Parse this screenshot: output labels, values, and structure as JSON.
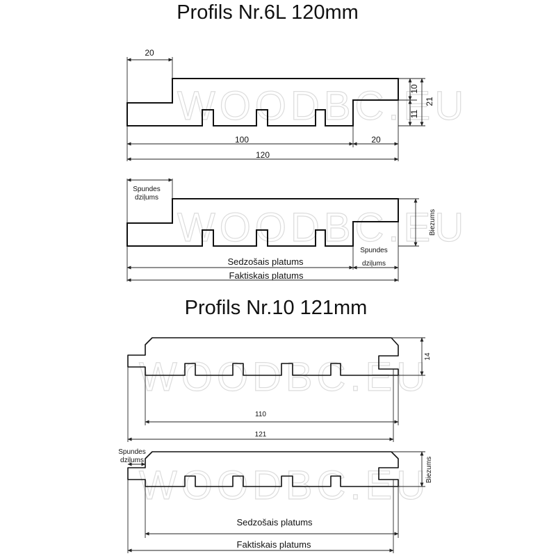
{
  "watermark": "WOODBC.EU",
  "profile_6l": {
    "title": "Profils Nr.6L 120mm",
    "dims": {
      "top_offset": "20",
      "cover_width": "100",
      "right_offset": "20",
      "total_width": "120",
      "upper_height": "10",
      "lower_height": "11",
      "total_height": "21"
    },
    "labels": {
      "groove_depth": [
        "Spundes",
        "dziļums"
      ],
      "thickness": "Biezums",
      "tongue_depth": [
        "Spundes",
        "dziļums"
      ],
      "cover_width": "Sedzošais platums",
      "actual_width": "Faktiskais platums"
    }
  },
  "profile_10": {
    "title": "Profils Nr.10 121mm",
    "dims": {
      "height": "14",
      "cover_width": "110",
      "total_width": "121"
    },
    "labels": {
      "groove_depth": [
        "Spundes",
        "dziļums"
      ],
      "thickness": "Biezums",
      "cover_width": "Sedzošais platums",
      "actual_width": "Faktiskais platums"
    }
  },
  "colors": {
    "line": "#111111",
    "watermark": "#dcdcdc",
    "background": "#ffffff"
  }
}
